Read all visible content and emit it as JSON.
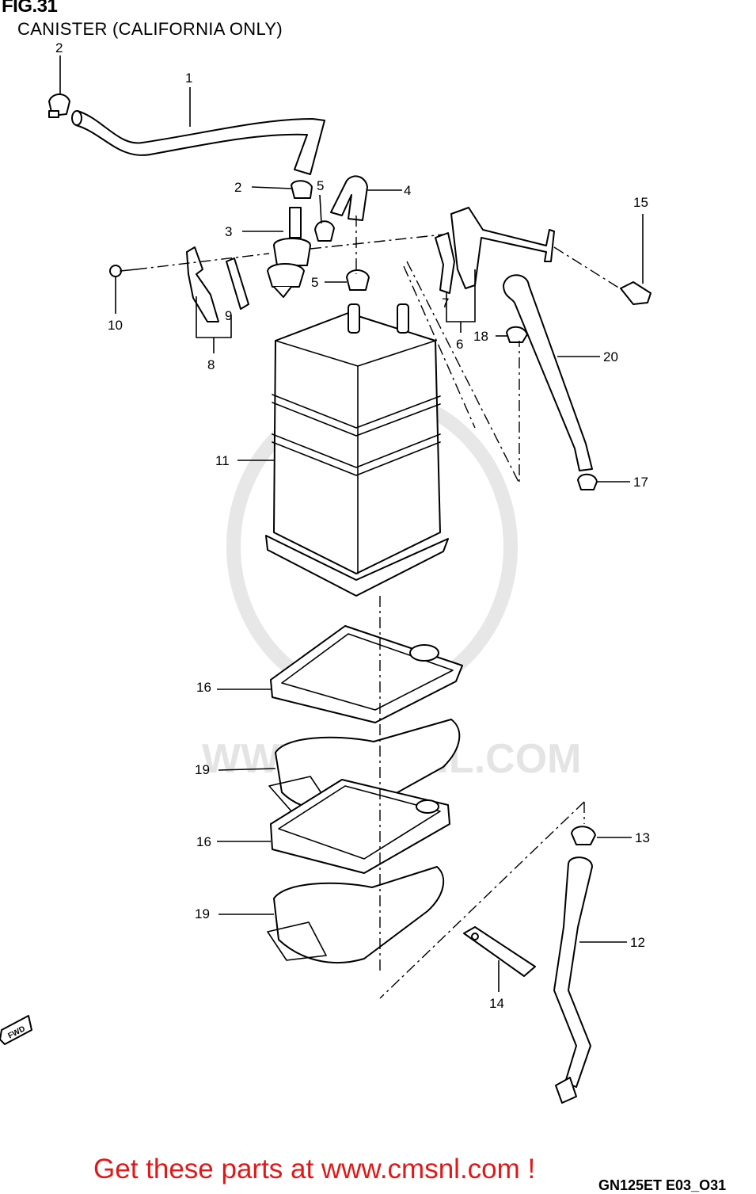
{
  "figure": {
    "title": "FIG.31",
    "subtitle": "CANISTER (CALIFORNIA ONLY)"
  },
  "part_labels": [
    "1",
    "2",
    "2",
    "3",
    "4",
    "5",
    "5",
    "6",
    "7",
    "8",
    "9",
    "10",
    "11",
    "12",
    "13",
    "14",
    "15",
    "16",
    "16",
    "17",
    "18",
    "19",
    "19",
    "20"
  ],
  "watermark": "WWW.CMSNL.COM",
  "direction_marker": "FWD",
  "footer": {
    "cta": "Get these parts at www.cmsnl.com !",
    "drawing_code": "GN125ET E03_O31"
  },
  "colors": {
    "cta": "#e01818",
    "watermark": "#e2e2e2"
  }
}
